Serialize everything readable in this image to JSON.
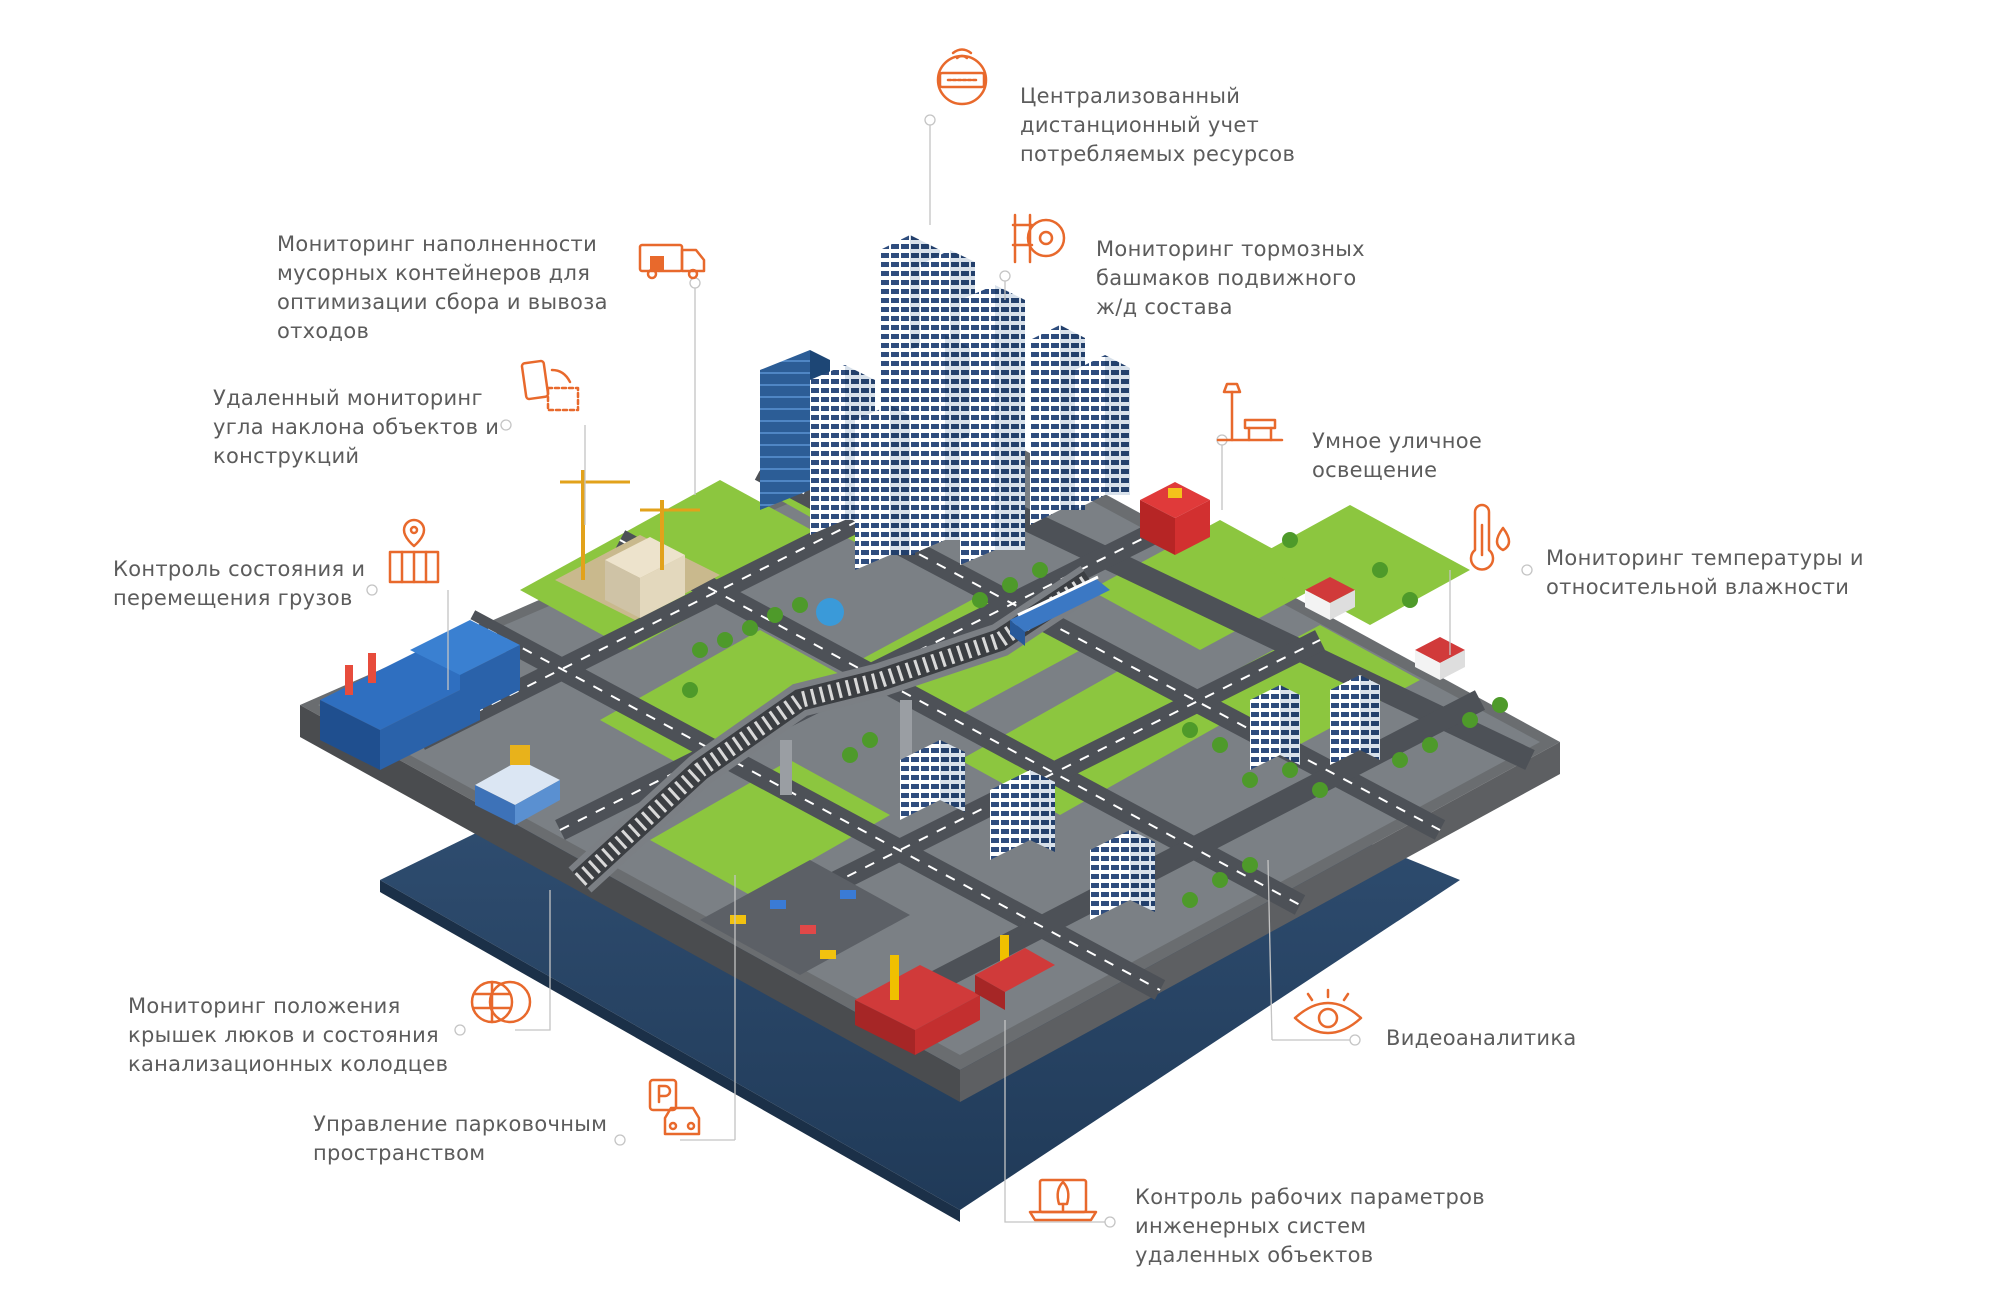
{
  "colors": {
    "accent": "#e8692c",
    "text": "#5c5c5c",
    "water": "#2b4766",
    "grass": "#8cc63f",
    "road": "#4d5157",
    "base_side": "#565656"
  },
  "callouts": [
    {
      "id": "resources",
      "icon": "meter-icon",
      "lines": [
        "Централизованный",
        "дистанционный учет",
        "потребляемых ресурсов"
      ]
    },
    {
      "id": "brakes",
      "icon": "brake-shoe-icon",
      "lines": [
        "Мониторинг тормозных",
        "башмаков подвижного",
        "ж/д состава"
      ]
    },
    {
      "id": "waste",
      "icon": "garbage-truck-icon",
      "lines": [
        "Мониторинг наполненности",
        "мусорных контейнеров для",
        "оптимизации сбора и вывоза",
        "отходов"
      ]
    },
    {
      "id": "tilt",
      "icon": "tilt-sensor-icon",
      "lines": [
        "Удаленный мониторинг",
        "угла наклона объектов и",
        "конструкций"
      ]
    },
    {
      "id": "lighting",
      "icon": "street-lamp-icon",
      "lines": [
        "Умное уличное",
        "освещение"
      ]
    },
    {
      "id": "climate",
      "icon": "thermometer-drop-icon",
      "lines": [
        "Мониторинг температуры и",
        "относительной влажности"
      ]
    },
    {
      "id": "cargo",
      "icon": "cargo-location-icon",
      "lines": [
        "Контроль состояния и",
        "перемещения грузов"
      ]
    },
    {
      "id": "manholes",
      "icon": "manhole-icon",
      "lines": [
        "Мониторинг положения",
        "крышек люков и состояния",
        "канализационных колодцев"
      ]
    },
    {
      "id": "video",
      "icon": "eye-icon",
      "lines": [
        "Видеоаналитика"
      ]
    },
    {
      "id": "parking",
      "icon": "parking-car-icon",
      "lines": [
        "Управление парковочным",
        "пространством"
      ]
    },
    {
      "id": "engineering",
      "icon": "laptop-rocket-icon",
      "lines": [
        "Контроль рабочих параметров",
        "инженерных систем",
        "удаленных объектов"
      ]
    }
  ]
}
